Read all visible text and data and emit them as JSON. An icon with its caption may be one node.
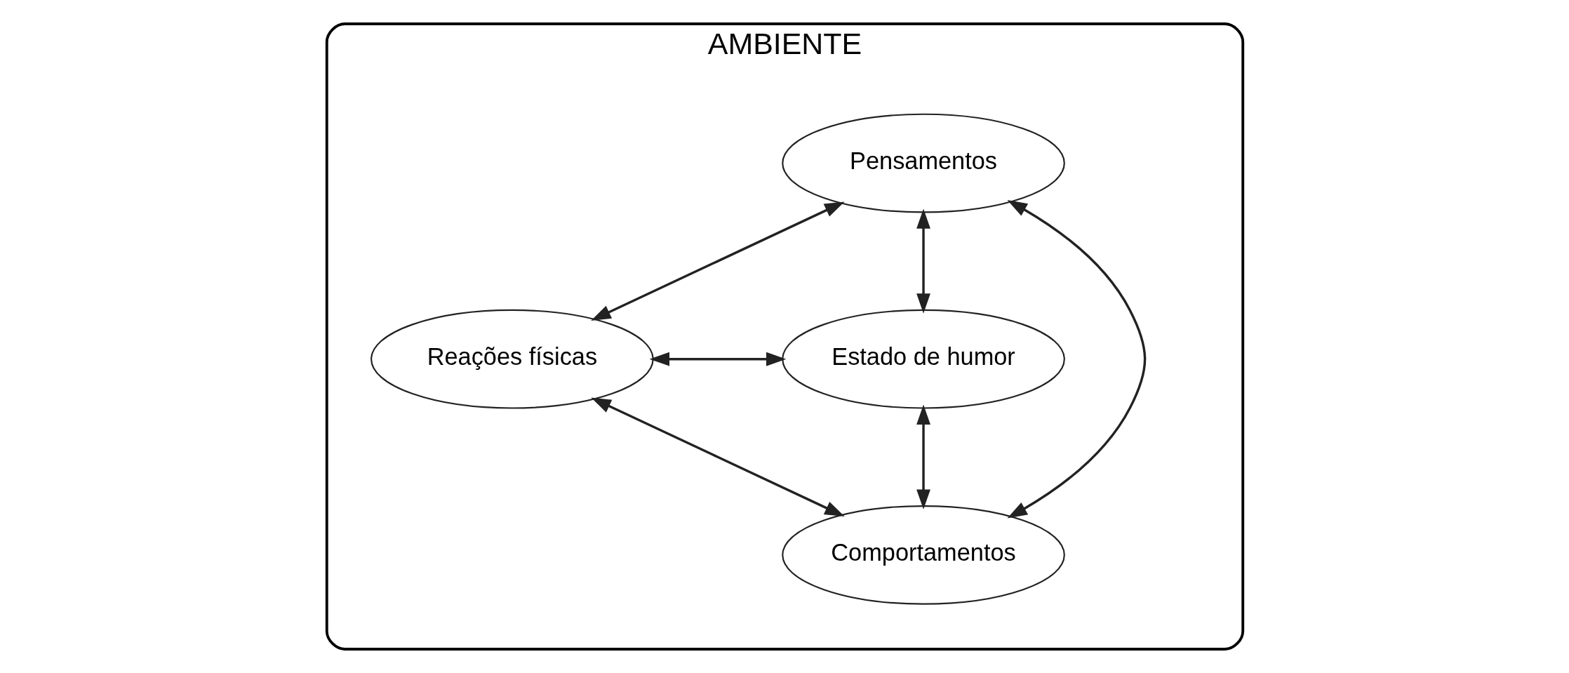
{
  "diagram": {
    "nodes": [
      {
        "text": [
          "AMBIENTE"
        ]
      },
      {
        "text": [
          "Pensamentos"
        ],
        "in": 0
      },
      {
        "text": [
          "Reações físicas"
        ],
        "in": 0
      },
      {
        "text": [
          "Estado de humor"
        ],
        "in": 0
      },
      {
        "text": [
          "Comportamentos"
        ],
        "in": 0
      }
    ],
    "edges": [
      {
        "from": 1,
        "to": 2,
        "arrow": "both"
      },
      {
        "from": 1,
        "to": 3,
        "arrow": "both"
      },
      {
        "from": 2,
        "to": 3,
        "arrow": "both"
      },
      {
        "from": 1,
        "to": 4,
        "arrow": "both"
      },
      {
        "from": 2,
        "to": 4,
        "arrow": "both"
      },
      {
        "from": 3,
        "to": 4,
        "arrow": "both"
      }
    ]
  }
}
